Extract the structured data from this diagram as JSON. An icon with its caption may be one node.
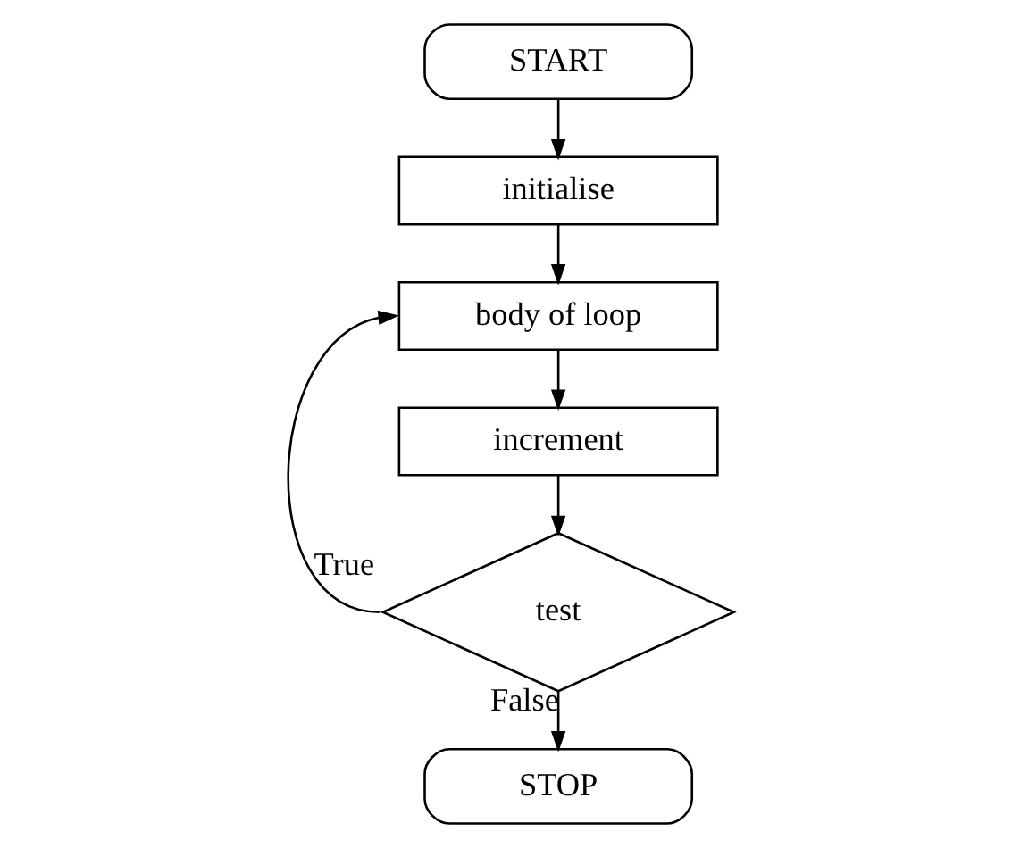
{
  "diagram": {
    "nodes": [
      {
        "text": [
          "START"
        ]
      },
      {
        "text": [
          "initialise"
        ]
      },
      {
        "text": [
          "body of loop"
        ]
      },
      {
        "text": [
          "increment"
        ]
      },
      {
        "text": [
          "test"
        ]
      },
      {
        "text": [
          "STOP"
        ]
      }
    ],
    "edges": [
      {
        "from": 0,
        "to": 1,
        "arrow": "to"
      },
      {
        "from": 1,
        "to": 2,
        "arrow": "to"
      },
      {
        "from": 2,
        "to": 3,
        "arrow": "to"
      },
      {
        "from": 3,
        "to": 4,
        "arrow": "to"
      },
      {
        "from": 4,
        "to": 2,
        "arrow": "to",
        "label": "True"
      },
      {
        "from": 4,
        "to": 5,
        "arrow": "to",
        "label": "False"
      }
    ]
  }
}
